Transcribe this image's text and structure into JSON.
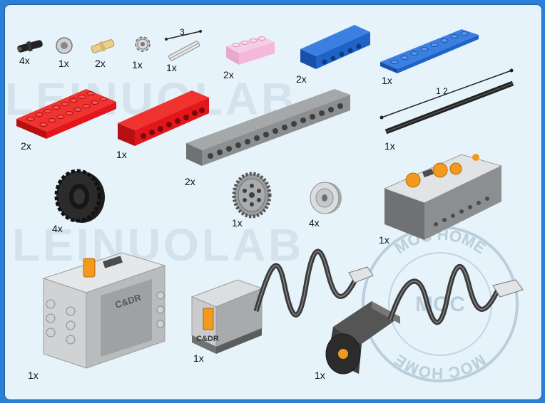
{
  "watermark": {
    "brand": "LEINUOLAB",
    "stamp_top": "MOC HOME",
    "stamp_bottom": "MOC HOME",
    "stamp_center": "MOC"
  },
  "parts": [
    {
      "id": "connector-pin-black",
      "qty": "4x"
    },
    {
      "id": "bush-light-gray",
      "qty": "1x"
    },
    {
      "id": "axle-pin-tan",
      "qty": "2x"
    },
    {
      "id": "gear-8-tooth",
      "qty": "1x"
    },
    {
      "id": "axle-3",
      "qty": "1x",
      "length_label": "3"
    },
    {
      "id": "brick-1x4-pink",
      "qty": "2x"
    },
    {
      "id": "technic-brick-1x6-blue",
      "qty": "2x"
    },
    {
      "id": "plate-1x8-blue",
      "qty": "1x"
    },
    {
      "id": "plate-2x8-red",
      "qty": "2x"
    },
    {
      "id": "technic-brick-1x8-red",
      "qty": "1x"
    },
    {
      "id": "technic-brick-1x16-gray",
      "qty": "2x"
    },
    {
      "id": "axle-12-black",
      "qty": "1x",
      "length_label": "1 2"
    },
    {
      "id": "tire-black",
      "qty": "4x"
    },
    {
      "id": "gear-24-tooth",
      "qty": "1x"
    },
    {
      "id": "wheel-hub-gray",
      "qty": "4x"
    },
    {
      "id": "ir-receiver",
      "qty": "1x"
    },
    {
      "id": "battery-box",
      "qty": "1x",
      "logo": "C&DR"
    },
    {
      "id": "light-sensor-cable",
      "qty": "1x",
      "logo": "C&DR"
    },
    {
      "id": "motor-cable",
      "qty": "1x"
    }
  ],
  "colors": {
    "frame": "#2b7fd4",
    "background": "#e7f3fb",
    "red": "#e3161b",
    "blue": "#1f63c6",
    "pink": "#f3b8da",
    "gray": "#8c8e90",
    "light_gray": "#cfd1d3",
    "orange": "#f29a1e",
    "black": "#222222"
  }
}
